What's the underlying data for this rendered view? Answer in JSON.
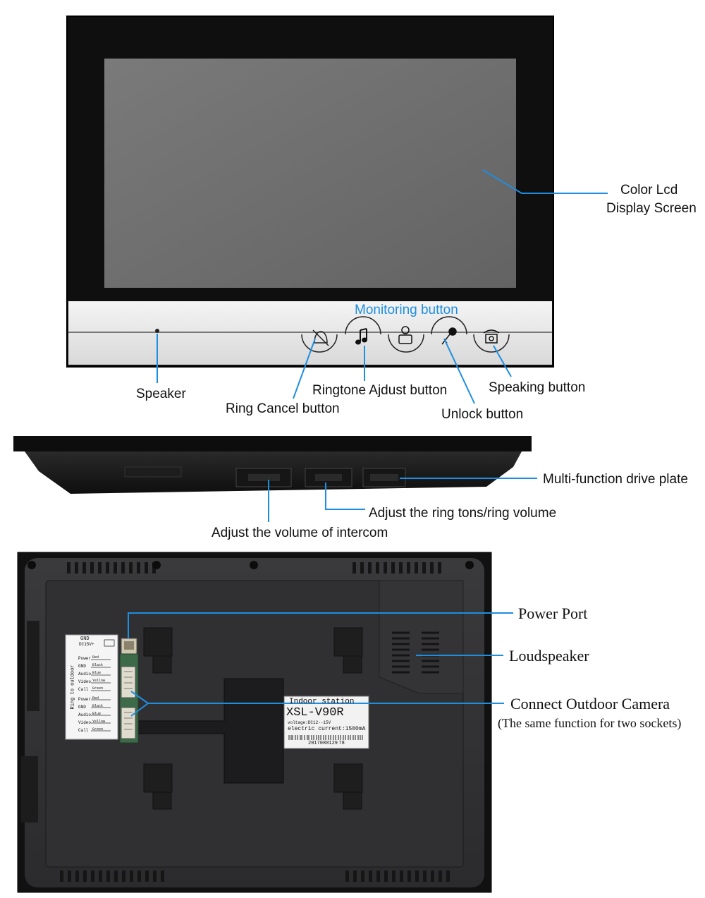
{
  "front_view": {
    "callouts": {
      "display_screen_line1": "Color Lcd",
      "display_screen_line2": "Display Screen",
      "monitoring": "Monitoring button",
      "speaker": "Speaker",
      "ring_cancel": "Ring Cancel button",
      "ringtone_adjust": "Ringtone Ajdust button",
      "unlock": "Unlock button",
      "speaking": "Speaking button"
    },
    "icons": [
      "bell-off-icon",
      "music-note-icon",
      "person-monitor-icon",
      "key-icon",
      "phone-icon"
    ]
  },
  "side_view": {
    "callouts": {
      "drive_plate": "Multi-function drive plate",
      "ring_volume": "Adjust the ring tons/ring volume",
      "intercom_volume": "Adjust the volume of intercom"
    }
  },
  "back_view": {
    "callouts": {
      "power_port": "Power Port",
      "loudspeaker": "Loudspeaker",
      "connect_camera": "Connect Outdoor Camera",
      "connect_camera_note": "(The same function for two sockets)"
    },
    "terminal_label": {
      "gnd": "GND",
      "dc": "DC15V+",
      "side_text": "Ring to outdoor",
      "group1": [
        "Power",
        "GND",
        "Audio",
        "Video",
        "Call"
      ],
      "group1_colors": [
        "Red",
        "Black",
        "Blue",
        "Yellow",
        "Green"
      ],
      "group2": [
        "Power",
        "GND",
        "Audio",
        "Video",
        "Call"
      ],
      "group2_colors": [
        "Red",
        "Black",
        "Blue",
        "Yellow",
        "Green"
      ]
    },
    "sticker": {
      "title": "Indoor station",
      "model": "XSL-V90R",
      "voltage": "voltage:DC12--15V",
      "current": "electric current:1500mA",
      "serial": "2017080129 78"
    }
  },
  "colors": {
    "callout_line": "#1e8ee0",
    "device_dark": "#1a1a1a",
    "panel_silver": "#e6e6e6",
    "screen_gray": "#6e6e6e"
  }
}
